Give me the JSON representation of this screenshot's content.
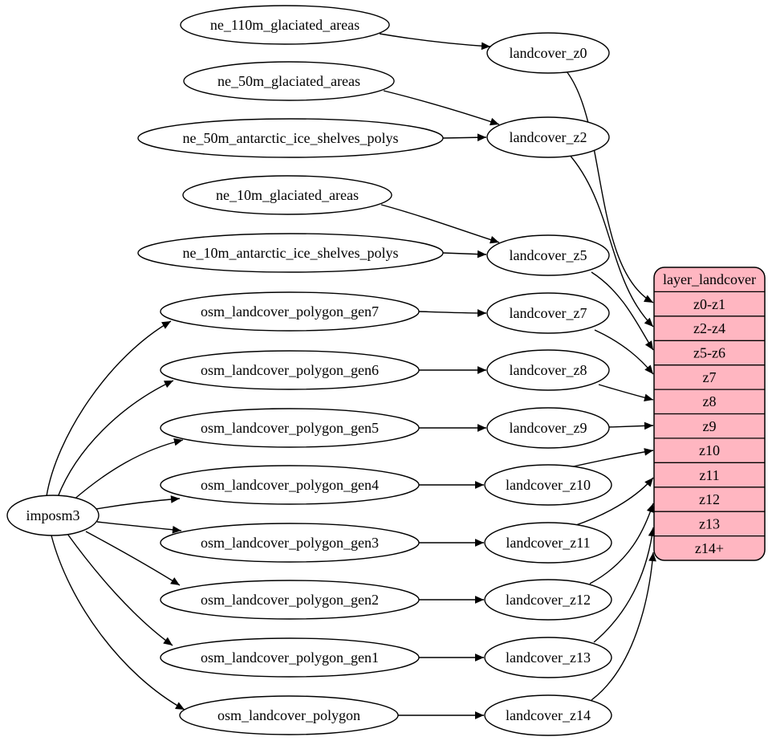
{
  "diagram": {
    "kind": "etl-flow-graph",
    "background_color": "#ffffff",
    "node_fill": "#ffffff",
    "node_stroke": "#000000",
    "edge_color": "#000000"
  },
  "imposm3": {
    "label": "imposm3"
  },
  "sources": [
    {
      "label": "ne_110m_glaciated_areas"
    },
    {
      "label": "ne_50m_glaciated_areas"
    },
    {
      "label": "ne_50m_antarctic_ice_shelves_polys"
    },
    {
      "label": "ne_10m_glaciated_areas"
    },
    {
      "label": "ne_10m_antarctic_ice_shelves_polys"
    },
    {
      "label": "osm_landcover_polygon_gen7"
    },
    {
      "label": "osm_landcover_polygon_gen6"
    },
    {
      "label": "osm_landcover_polygon_gen5"
    },
    {
      "label": "osm_landcover_polygon_gen4"
    },
    {
      "label": "osm_landcover_polygon_gen3"
    },
    {
      "label": "osm_landcover_polygon_gen2"
    },
    {
      "label": "osm_landcover_polygon_gen1"
    },
    {
      "label": "osm_landcover_polygon"
    }
  ],
  "intermediate": [
    {
      "label": "landcover_z0"
    },
    {
      "label": "landcover_z2"
    },
    {
      "label": "landcover_z5"
    },
    {
      "label": "landcover_z7"
    },
    {
      "label": "landcover_z8"
    },
    {
      "label": "landcover_z9"
    },
    {
      "label": "landcover_z10"
    },
    {
      "label": "landcover_z11"
    },
    {
      "label": "landcover_z12"
    },
    {
      "label": "landcover_z13"
    },
    {
      "label": "landcover_z14"
    }
  ],
  "layer_table": {
    "title": "layer_landcover",
    "fill": "#ffb6c1",
    "rows": [
      "z0-z1",
      "z2-z4",
      "z5-z6",
      "z7",
      "z8",
      "z9",
      "z10",
      "z11",
      "z12",
      "z13",
      "z14+"
    ]
  },
  "edges": [
    {
      "from": "ne_110m_glaciated_areas",
      "to": "landcover_z0"
    },
    {
      "from": "ne_50m_glaciated_areas",
      "to": "landcover_z2"
    },
    {
      "from": "ne_50m_antarctic_ice_shelves_polys",
      "to": "landcover_z2"
    },
    {
      "from": "ne_10m_glaciated_areas",
      "to": "landcover_z5"
    },
    {
      "from": "ne_10m_antarctic_ice_shelves_polys",
      "to": "landcover_z5"
    },
    {
      "from": "osm_landcover_polygon_gen7",
      "to": "landcover_z7"
    },
    {
      "from": "osm_landcover_polygon_gen6",
      "to": "landcover_z8"
    },
    {
      "from": "osm_landcover_polygon_gen5",
      "to": "landcover_z9"
    },
    {
      "from": "osm_landcover_polygon_gen4",
      "to": "landcover_z10"
    },
    {
      "from": "osm_landcover_polygon_gen3",
      "to": "landcover_z11"
    },
    {
      "from": "osm_landcover_polygon_gen2",
      "to": "landcover_z12"
    },
    {
      "from": "osm_landcover_polygon_gen1",
      "to": "landcover_z13"
    },
    {
      "from": "osm_landcover_polygon",
      "to": "landcover_z14"
    },
    {
      "from": "imposm3",
      "to": "osm_landcover_polygon_gen7"
    },
    {
      "from": "imposm3",
      "to": "osm_landcover_polygon_gen6"
    },
    {
      "from": "imposm3",
      "to": "osm_landcover_polygon_gen5"
    },
    {
      "from": "imposm3",
      "to": "osm_landcover_polygon_gen4"
    },
    {
      "from": "imposm3",
      "to": "osm_landcover_polygon_gen3"
    },
    {
      "from": "imposm3",
      "to": "osm_landcover_polygon_gen2"
    },
    {
      "from": "imposm3",
      "to": "osm_landcover_polygon_gen1"
    },
    {
      "from": "imposm3",
      "to": "osm_landcover_polygon"
    },
    {
      "from": "landcover_z0",
      "to": "layer_landcover.z0-z1"
    },
    {
      "from": "landcover_z2",
      "to": "layer_landcover.z2-z4"
    },
    {
      "from": "landcover_z5",
      "to": "layer_landcover.z5-z6"
    },
    {
      "from": "landcover_z7",
      "to": "layer_landcover.z7"
    },
    {
      "from": "landcover_z8",
      "to": "layer_landcover.z8"
    },
    {
      "from": "landcover_z9",
      "to": "layer_landcover.z9"
    },
    {
      "from": "landcover_z10",
      "to": "layer_landcover.z10"
    },
    {
      "from": "landcover_z11",
      "to": "layer_landcover.z11"
    },
    {
      "from": "landcover_z12",
      "to": "layer_landcover.z12"
    },
    {
      "from": "landcover_z13",
      "to": "layer_landcover.z13"
    },
    {
      "from": "landcover_z14",
      "to": "layer_landcover.z14+"
    }
  ]
}
